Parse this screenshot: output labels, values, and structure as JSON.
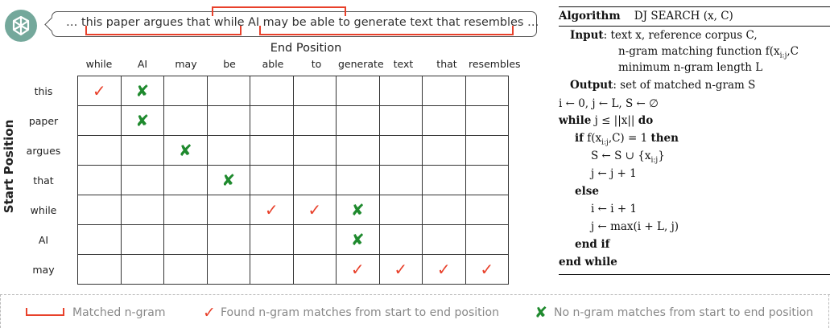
{
  "bubble": {
    "sentence": "… this paper argues that while AI may be able to generate text that resembles …"
  },
  "grid": {
    "title": "End Position",
    "ylabel": "Start Position",
    "columns": [
      "while",
      "AI",
      "may",
      "be",
      "able",
      "to",
      "generate",
      "text",
      "that",
      "resembles"
    ],
    "rows": [
      "this",
      "paper",
      "argues",
      "that",
      "while",
      "AI",
      "may"
    ],
    "cells": [
      [
        "check",
        "cross",
        "",
        "",
        "",
        "",
        "",
        "",
        "",
        ""
      ],
      [
        "",
        "cross",
        "",
        "",
        "",
        "",
        "",
        "",
        "",
        ""
      ],
      [
        "",
        "",
        "cross",
        "",
        "",
        "",
        "",
        "",
        "",
        ""
      ],
      [
        "",
        "",
        "",
        "cross",
        "",
        "",
        "",
        "",
        "",
        ""
      ],
      [
        "",
        "",
        "",
        "",
        "check",
        "check",
        "cross",
        "",
        "",
        ""
      ],
      [
        "",
        "",
        "",
        "",
        "",
        "",
        "cross",
        "",
        "",
        ""
      ],
      [
        "",
        "",
        "",
        "",
        "",
        "",
        "check",
        "check",
        "check",
        "check"
      ]
    ],
    "colors": {
      "check": "#e8412b",
      "cross": "#1f8a2e",
      "bracket": "#e8412b"
    }
  },
  "algorithm": {
    "title_kw": "Algorithm",
    "title_name": "DJ SEARCH",
    "title_args": "(x, C)",
    "input_kw": "Input",
    "input_1": ": text x, reference corpus C,",
    "input_2": "n-gram matching function f(x",
    "input_2_sub": "i:j",
    "input_2_end": ",C",
    "input_3": "minimum n-gram length L",
    "output_kw": "Output",
    "output_1": ": set of matched n-gram S",
    "init": "i ← 0, j ← L, S ← ∅",
    "while_kw": "while",
    "while_cond": " j ≤ ||x|| ",
    "do_kw": "do",
    "if_kw": "if",
    "if_cond": " f(x",
    "if_sub": "i:j",
    "if_cond_end": ",C) = 1 ",
    "then_kw": "then",
    "then_1": "S ← S ∪ {x",
    "then_1_sub": "i:j",
    "then_1_end": "}",
    "then_2": "j ← j + 1",
    "else_kw": "else",
    "else_1": "i ← i + 1",
    "else_2": "j ← max(i + L, j)",
    "endif_kw": "end if",
    "endwhile_kw": "end while"
  },
  "legend": {
    "matched": "Matched n-gram",
    "found": "Found n-gram matches from start to end position",
    "none": "No n-gram matches from start to end position",
    "check_glyph": "✓",
    "cross_glyph": "✘"
  }
}
